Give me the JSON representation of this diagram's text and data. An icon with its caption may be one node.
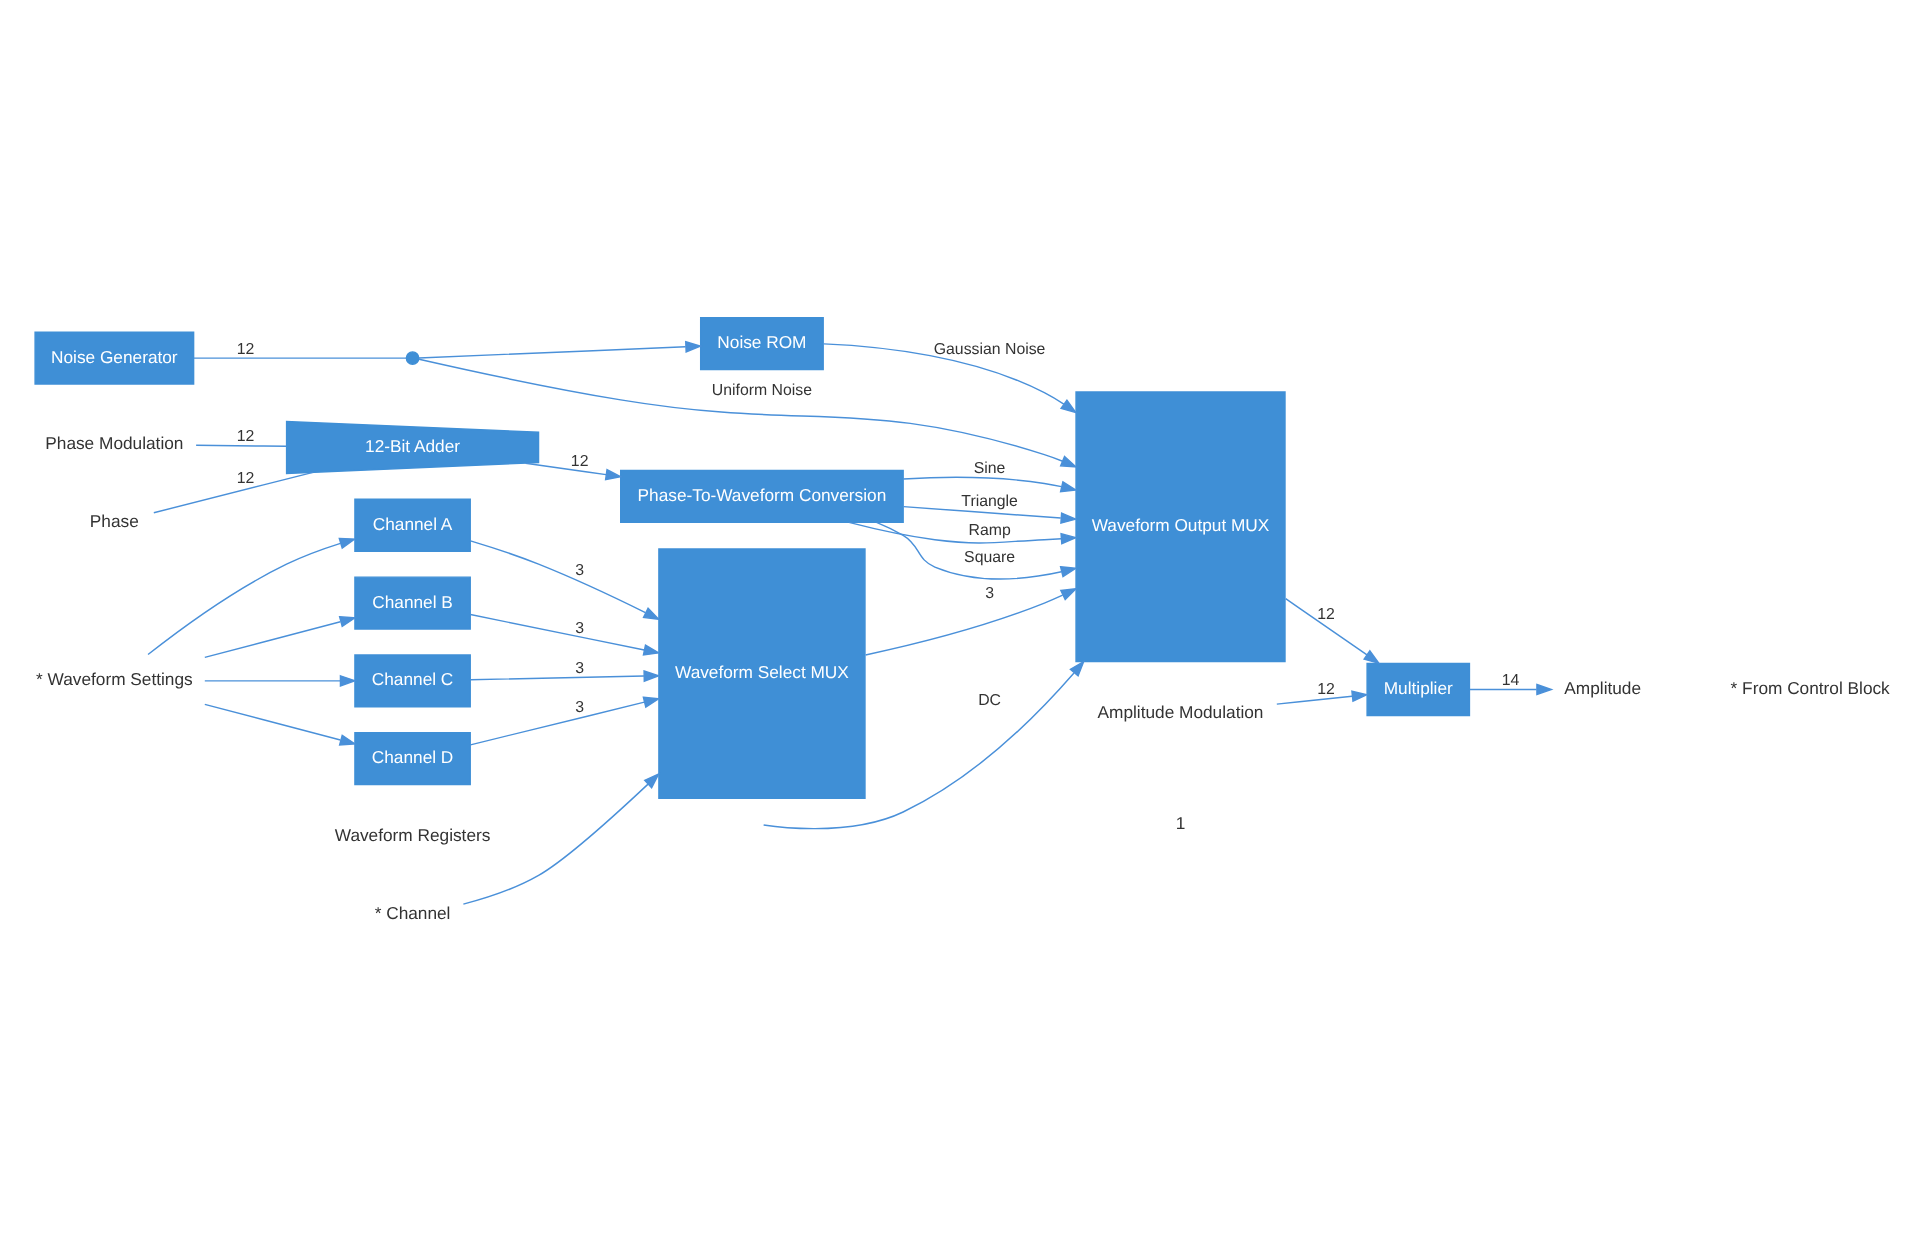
{
  "diagram": {
    "nodes": [
      {
        "text": [
          "Noise Generator"
        ]
      },
      {
        "text": [],
        "shape": "circle"
      },
      {
        "text": [
          "Noise ROM"
        ]
      },
      {
        "text": [
          "Waveform Output MUX"
        ]
      },
      {
        "text": [
          "Multiplier"
        ]
      },
      {
        "text": [
          "Amplitude Modulation"
        ]
      },
      {
        "text": [
          "Amplitude"
        ]
      },
      {
        "text": [
          "Phase Modulation"
        ]
      },
      {
        "text": [
          "Phase"
        ]
      },
      {
        "text": [
          "12-Bit Adder"
        ]
      },
      {
        "text": [
          "Phase-To-Waveform Conversion"
        ]
      },
      {
        "text": [
          "Channel A"
        ]
      },
      {
        "text": [
          "Channel B"
        ]
      },
      {
        "text": [
          "Channel C"
        ]
      },
      {
        "text": [
          "Channel D"
        ]
      },
      {
        "text": [
          "Waveform Select MUX"
        ]
      },
      {
        "text": [
          "* Channel"
        ]
      },
      {
        "text": [
          "* Waveform Settings"
        ]
      }
    ],
    "edges": [
      {
        "from": 0,
        "to": 1,
        "arrow": "none",
        "label": "12"
      },
      {
        "from": 1,
        "to": 2,
        "arrow": "to"
      },
      {
        "from": 2,
        "to": 3,
        "arrow": "to",
        "label": "Gaussian Noise"
      },
      {
        "from": 1,
        "to": 3,
        "arrow": "to",
        "label": "Uniform Noise"
      },
      {
        "from": null,
        "to": 3,
        "arrow": "to",
        "label": "DC"
      },
      {
        "from": 10,
        "to": 3,
        "arrow": "to",
        "label": "Sine"
      },
      {
        "from": 10,
        "to": 3,
        "arrow": "to",
        "label": "Triangle"
      },
      {
        "from": 10,
        "to": 3,
        "arrow": "to",
        "label": "Ramp"
      },
      {
        "from": 10,
        "to": 3,
        "arrow": "to",
        "label": "Square"
      },
      {
        "from": 3,
        "to": 4,
        "arrow": "to",
        "label": "12"
      },
      {
        "from": 5,
        "to": 4,
        "arrow": "to",
        "label": "12"
      },
      {
        "from": 4,
        "to": 6,
        "arrow": "to",
        "label": "14"
      },
      {
        "from": 7,
        "to": 9,
        "arrow": "none",
        "label": "12"
      },
      {
        "from": 8,
        "to": 9,
        "arrow": "none",
        "label": "12"
      },
      {
        "from": 9,
        "to": 10,
        "arrow": "to",
        "label": "12"
      },
      {
        "from": 17,
        "to": 11,
        "arrow": "to"
      },
      {
        "from": 17,
        "to": 12,
        "arrow": "to"
      },
      {
        "from": 17,
        "to": 13,
        "arrow": "to"
      },
      {
        "from": 17,
        "to": 14,
        "arrow": "to"
      },
      {
        "from": 11,
        "to": 15,
        "arrow": "to",
        "label": "3"
      },
      {
        "from": 12,
        "to": 15,
        "arrow": "to",
        "label": "3"
      },
      {
        "from": 13,
        "to": 15,
        "arrow": "to",
        "label": "3"
      },
      {
        "from": 14,
        "to": 15,
        "arrow": "to",
        "label": "3"
      },
      {
        "from": 16,
        "to": 15,
        "arrow": "to"
      },
      {
        "from": 15,
        "to": 3,
        "arrow": "to",
        "label": "3"
      }
    ],
    "labels": [
      "1",
      "Waveform Registers",
      "* From Control Block"
    ]
  }
}
